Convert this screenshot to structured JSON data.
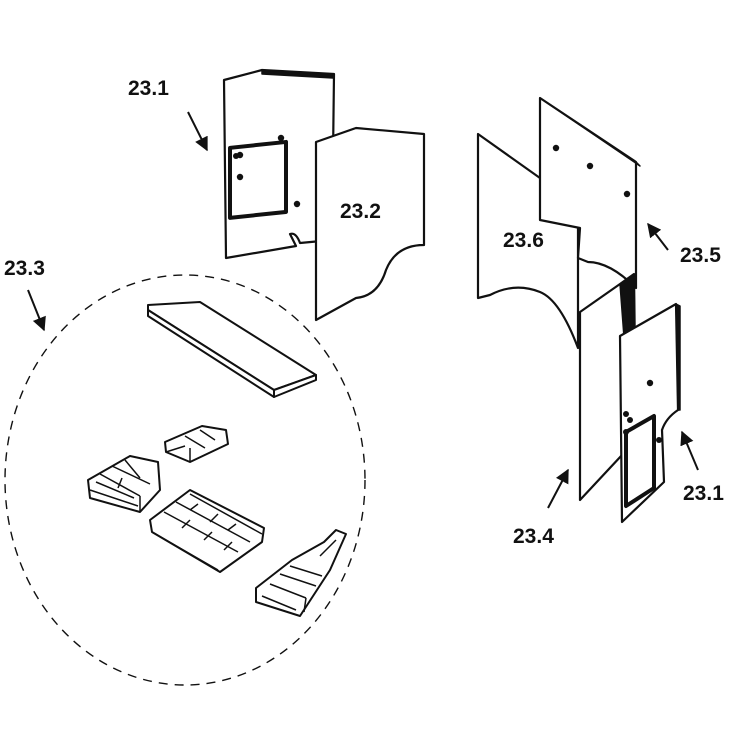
{
  "colors": {
    "stroke": "#111111",
    "background": "#ffffff"
  },
  "labels": {
    "left_panel_top": "23.1",
    "panel_23_2": "23.2",
    "firebrick_set": "23.3",
    "panel_23_6": "23.6",
    "panel_23_5": "23.5",
    "panel_23_4": "23.4",
    "right_panel_bottom": "23.1"
  }
}
